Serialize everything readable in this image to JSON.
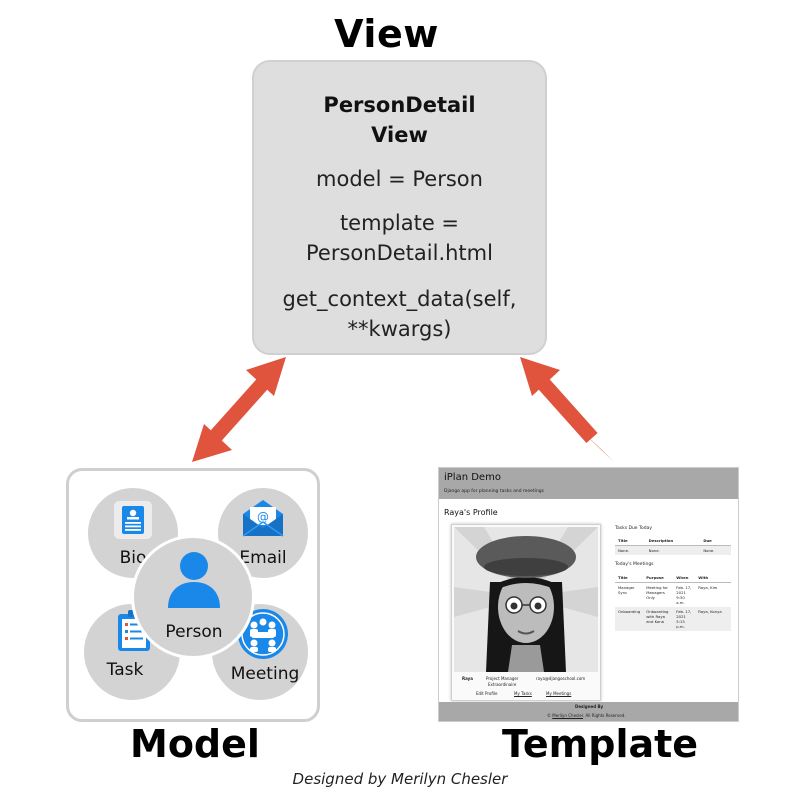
{
  "headings": {
    "view": "View",
    "model": "Model",
    "template": "Template"
  },
  "view_box": {
    "title_line1": "PersonDetail",
    "title_line2": "View",
    "model_line": "model = Person",
    "template_line1": "template =",
    "template_line2": "PersonDetail.html",
    "context_line1": "get_context_data(self,",
    "context_line2": "**kwargs)"
  },
  "model_box": {
    "nodes": {
      "bio": "Bio",
      "email": "Email",
      "person": "Person",
      "task": "Task",
      "meeting": "Meeting"
    }
  },
  "template_box": {
    "app_title": "iPlan Demo",
    "tagline": "Django app for planning tasks and meetings",
    "profile_title": "Raya's Profile",
    "card": {
      "name": "Raya",
      "role_line1": "Project Manager",
      "role_line2": "Extraordinaire",
      "email": "raya@djangoschool.com",
      "buttons": [
        "Edit Profile",
        "My Tasks",
        "My Meetings"
      ]
    },
    "tasks": {
      "heading": "Tasks Due Today",
      "columns": [
        "Title",
        "Description",
        "Due"
      ],
      "rows": [
        [
          "None.",
          "None.",
          "None."
        ]
      ]
    },
    "meetings": {
      "heading": "Today's Meetings",
      "columns": [
        "Title",
        "Purpose",
        "When",
        "With"
      ],
      "rows": [
        [
          "Manager Sync",
          "Meeting for Managers Only",
          "Feb. 17, 2021 9:30 a.m.",
          "Raya, Kim"
        ],
        [
          "Onboarding",
          "Onboarding with Raya and Kona",
          "Feb. 17, 2021 5:15 p.m.",
          "Raya, Konya"
        ]
      ]
    },
    "footer": {
      "designed_by": "Designed By",
      "copyright_symbol": "©",
      "author_link": "Merilyn Chesler",
      "rights": ". All Rights Reserved."
    }
  },
  "credit": "Designed by Merilyn Chesler",
  "colors": {
    "arrow": "#e0533c",
    "view_box_bg": "#dedede",
    "circle_bg": "#d3d3d3",
    "icon_blue": "#1a88e8",
    "template_bar": "#a8a8a8"
  },
  "icons": [
    "bio-icon",
    "email-icon",
    "person-icon",
    "task-icon",
    "meeting-icon"
  ]
}
